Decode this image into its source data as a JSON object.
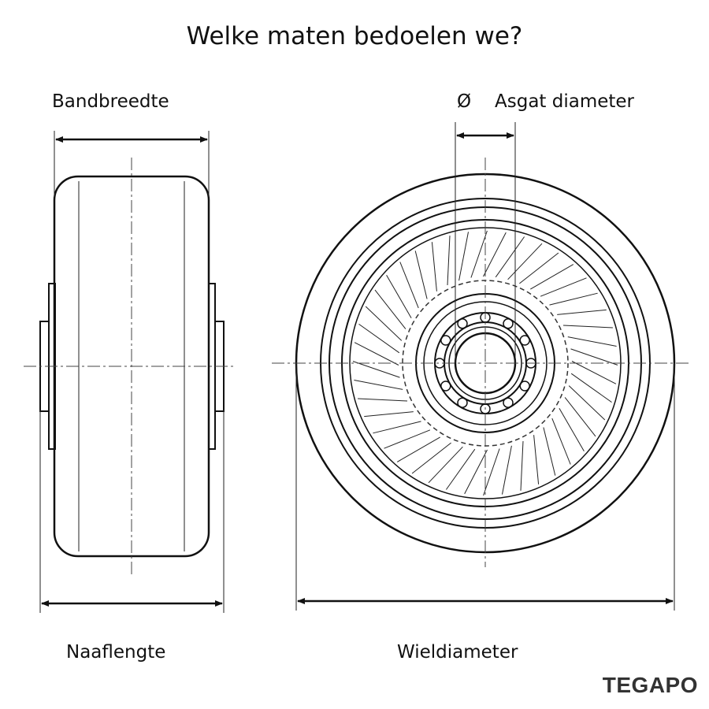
{
  "title": "Welke maten bedoelen we?",
  "labels": {
    "tread_width": "Bandbreedte",
    "bore_symbol": "Ø",
    "bore_diameter": "Asgat diameter",
    "hub_length": "Naaflengte",
    "wheel_diameter": "Wieldiameter"
  },
  "brand": "TEGAPO",
  "colors": {
    "line": "#111111",
    "background": "#ffffff"
  }
}
